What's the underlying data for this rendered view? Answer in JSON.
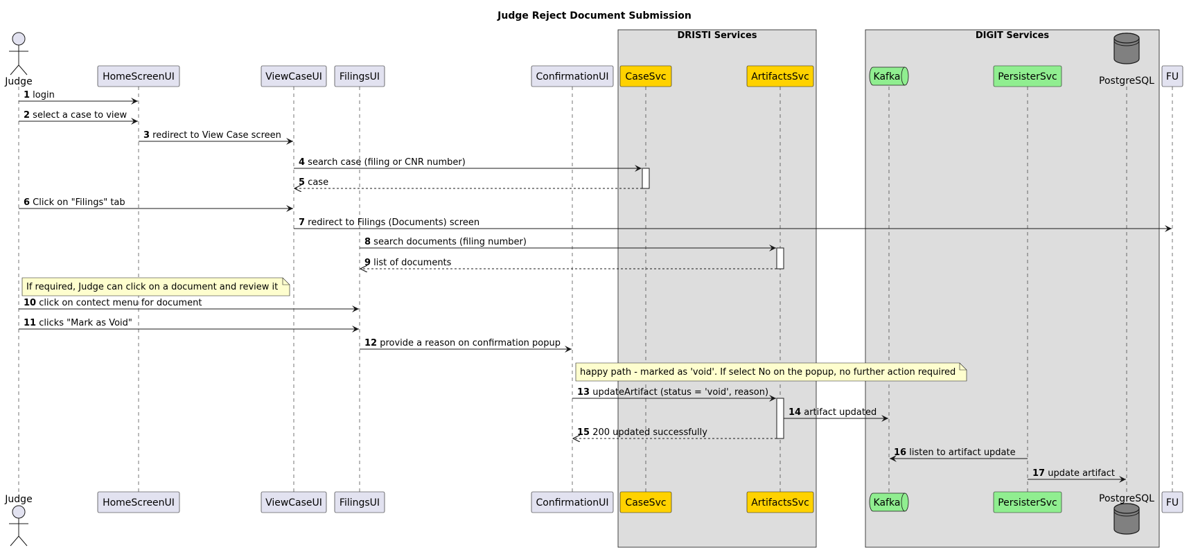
{
  "title": "Judge Reject Document Submission",
  "boxes": [
    {
      "id": "dristi",
      "title": "DRISTI Services"
    },
    {
      "id": "digit",
      "title": "DIGIT Services"
    }
  ],
  "participants": [
    {
      "id": "judge",
      "label": "Judge",
      "kind": "actor",
      "fill": "#e2e2f0"
    },
    {
      "id": "home",
      "label": "HomeScreenUI",
      "kind": "participant",
      "fill": "#e2e2f0"
    },
    {
      "id": "viewcase",
      "label": "ViewCaseUI",
      "kind": "participant",
      "fill": "#e2e2f0"
    },
    {
      "id": "filings",
      "label": "FilingsUI",
      "kind": "participant",
      "fill": "#e2e2f0"
    },
    {
      "id": "confirm",
      "label": "ConfirmationUI",
      "kind": "participant",
      "fill": "#e2e2f0"
    },
    {
      "id": "casesvc",
      "label": "CaseSvc",
      "kind": "participant",
      "fill": "#ffd200"
    },
    {
      "id": "artifacts",
      "label": "ArtifactsSvc",
      "kind": "participant",
      "fill": "#ffd200"
    },
    {
      "id": "kafka",
      "label": "Kafka",
      "kind": "queue",
      "fill": "#90ee90"
    },
    {
      "id": "persister",
      "label": "PersisterSvc",
      "kind": "participant",
      "fill": "#90ee90"
    },
    {
      "id": "postgres",
      "label": "PostgreSQL",
      "kind": "database",
      "fill": "#808080"
    },
    {
      "id": "fu",
      "label": "FU",
      "kind": "participant",
      "fill": "#e2e2f0"
    }
  ],
  "messages": [
    {
      "num": "1",
      "text": "login",
      "from": "judge",
      "to": "home",
      "style": "solid"
    },
    {
      "num": "2",
      "text": "select a case to view",
      "from": "judge",
      "to": "home",
      "style": "solid"
    },
    {
      "num": "3",
      "text": "redirect to View Case screen",
      "from": "home",
      "to": "viewcase",
      "style": "solid"
    },
    {
      "num": "4",
      "text": "search case (filing or CNR number)",
      "from": "viewcase",
      "to": "casesvc",
      "style": "solid"
    },
    {
      "num": "5",
      "text": "case",
      "from": "casesvc",
      "to": "viewcase",
      "style": "dashed"
    },
    {
      "num": "6",
      "text": "Click on \"Filings\" tab",
      "from": "judge",
      "to": "viewcase",
      "style": "solid"
    },
    {
      "num": "7",
      "text": "redirect to Filings (Documents) screen",
      "from": "viewcase",
      "to": "fu",
      "style": "solid"
    },
    {
      "num": "8",
      "text": "search documents (filing number)",
      "from": "filings",
      "to": "artifacts",
      "style": "solid"
    },
    {
      "num": "9",
      "text": "list of documents",
      "from": "artifacts",
      "to": "filings",
      "style": "dashed"
    },
    {
      "num": "10",
      "text": "click on contect menu for document",
      "from": "judge",
      "to": "filings",
      "style": "solid"
    },
    {
      "num": "11",
      "text": "clicks \"Mark as Void\"",
      "from": "judge",
      "to": "filings",
      "style": "solid"
    },
    {
      "num": "12",
      "text": "provide a reason on confirmation popup",
      "from": "filings",
      "to": "confirm",
      "style": "solid"
    },
    {
      "num": "13",
      "text": "updateArtifact (status = 'void', reason)",
      "from": "confirm",
      "to": "artifacts",
      "style": "solid"
    },
    {
      "num": "14",
      "text": "artifact updated",
      "from": "artifacts",
      "to": "kafka",
      "style": "solid"
    },
    {
      "num": "15",
      "text": "200 updated successfully",
      "from": "artifacts",
      "to": "confirm",
      "style": "dashed"
    },
    {
      "num": "16",
      "text": "listen to artifact update",
      "from": "persister",
      "to": "kafka",
      "style": "solid"
    },
    {
      "num": "17",
      "text": "update artifact",
      "from": "persister",
      "to": "postgres",
      "style": "solid"
    }
  ],
  "notes": [
    {
      "text": "If required, Judge can click on a document and review it"
    },
    {
      "text": "happy path - marked as 'void'. If select No on the popup, no further action required"
    }
  ]
}
